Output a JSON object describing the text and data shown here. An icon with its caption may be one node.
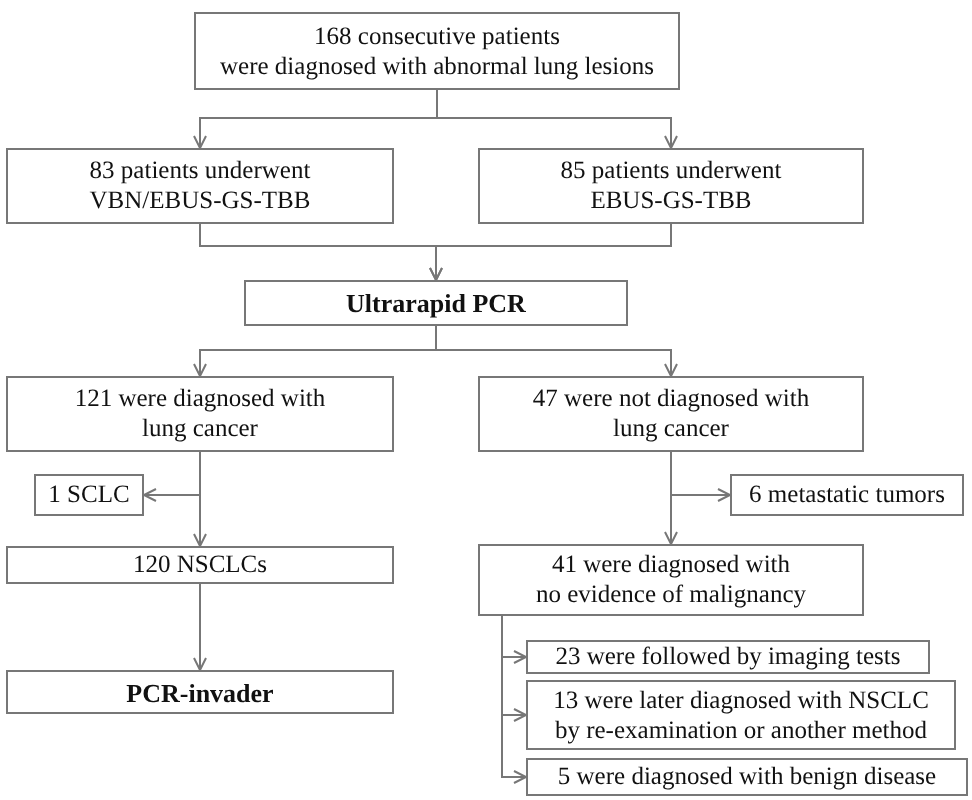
{
  "diagram": {
    "nodes": [
      {
        "text": [
          "168 consecutive patients were diagnosed with abnormal lung lesions"
        ]
      },
      {
        "text": [
          "83 patients underwent VBN/EBUS-GS-TBB"
        ]
      },
      {
        "text": [
          "85 patients underwent EBUS-GS-TBB"
        ]
      },
      {
        "text": [
          "Ultrarapid PCR"
        ]
      },
      {
        "text": [
          "121 were diagnosed with lung cancer"
        ]
      },
      {
        "text": [
          "47 were not diagnosed with lung cancer"
        ]
      },
      {
        "text": [
          "1 SCLC"
        ]
      },
      {
        "text": [
          "6 metastatic tumors"
        ]
      },
      {
        "text": [
          "120 NSCLCs"
        ]
      },
      {
        "text": [
          "41 were diagnosed with no evidence of malignancy"
        ]
      },
      {
        "text": [
          "PCR-invader"
        ]
      },
      {
        "text": [
          "23 were followed by imaging tests"
        ]
      },
      {
        "text": [
          "13 were later diagnosed with NSCLC by re-examination or another method"
        ]
      },
      {
        "text": [
          "5 were diagnosed with benign disease"
        ]
      }
    ],
    "edges": [
      {
        "from": 0,
        "to": 1,
        "arrow": "to"
      },
      {
        "from": 0,
        "to": 2,
        "arrow": "to"
      },
      {
        "from": 1,
        "to": 3,
        "arrow": "to"
      },
      {
        "from": 2,
        "to": 3,
        "arrow": "to"
      },
      {
        "from": 3,
        "to": 4,
        "arrow": "to"
      },
      {
        "from": 3,
        "to": 5,
        "arrow": "to"
      },
      {
        "from": 4,
        "to": 6,
        "arrow": "to"
      },
      {
        "from": 4,
        "to": 8,
        "arrow": "to"
      },
      {
        "from": 5,
        "to": 7,
        "arrow": "to"
      },
      {
        "from": 5,
        "to": 9,
        "arrow": "to"
      },
      {
        "from": 8,
        "to": 10,
        "arrow": "to"
      },
      {
        "from": 9,
        "to": 11,
        "arrow": "to"
      },
      {
        "from": 9,
        "to": 12,
        "arrow": "to"
      },
      {
        "from": 9,
        "to": 13,
        "arrow": "to"
      }
    ]
  }
}
